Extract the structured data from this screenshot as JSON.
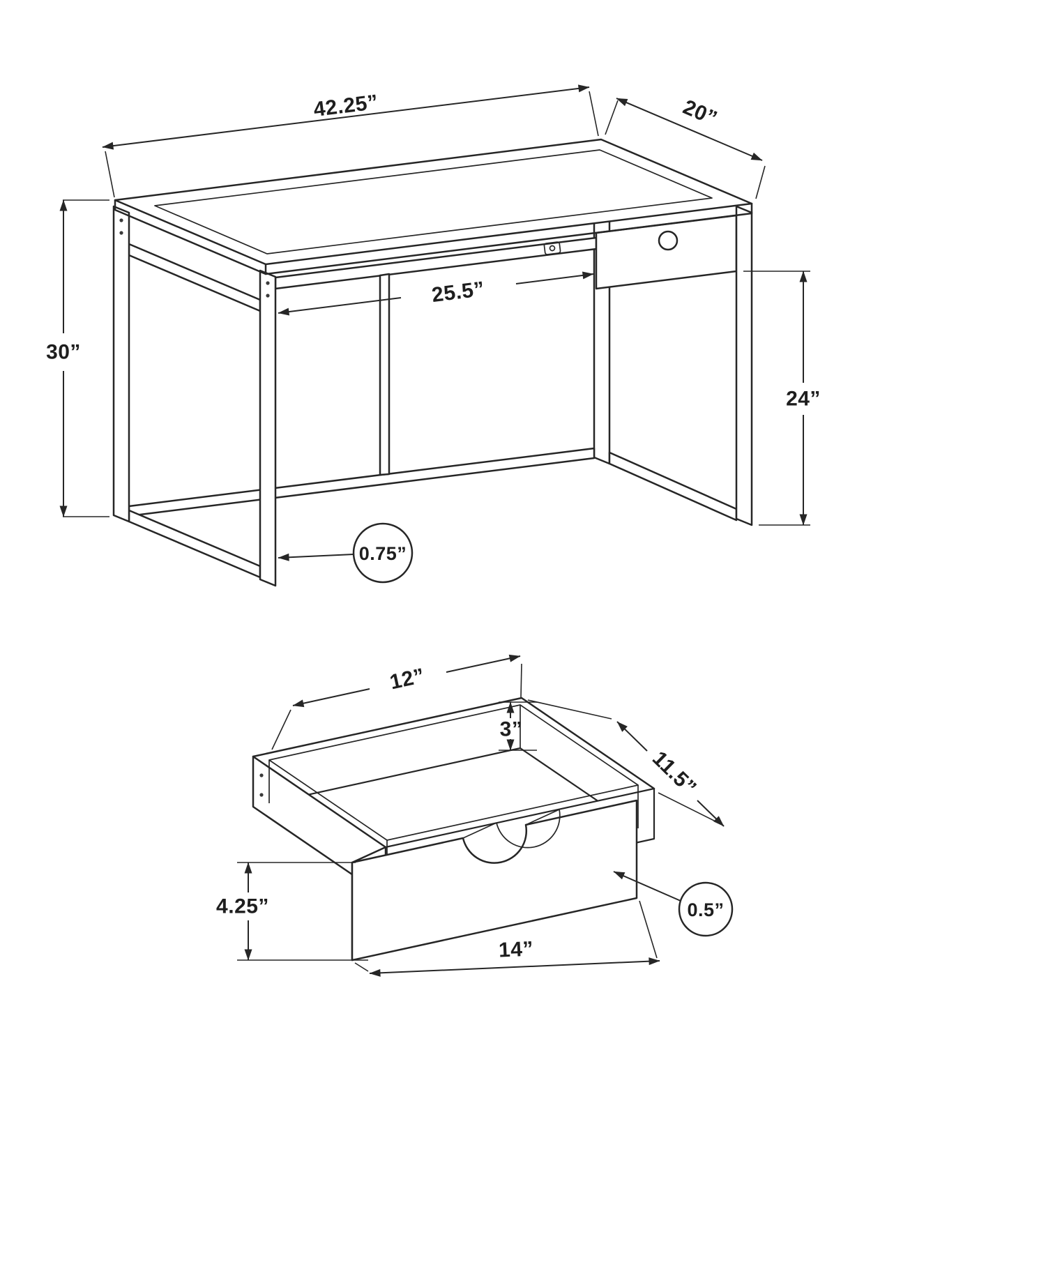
{
  "page": {
    "background": "#ffffff",
    "line_color": "#262626"
  },
  "desk_diagram": {
    "name": "desk-dimension-drawing",
    "labels": {
      "width": "42.25”",
      "depth": "20”",
      "height": "30”",
      "knee_clearance": "25.5”",
      "leg_clearance_height": "24”",
      "frame_thickness": "0.75”"
    }
  },
  "drawer_diagram": {
    "name": "drawer-dimension-drawing",
    "labels": {
      "inner_width": "12”",
      "back_height": "3”",
      "depth": "11.5”",
      "front_height": "4.25”",
      "front_width": "14”",
      "panel_thickness": "0.5”"
    }
  }
}
